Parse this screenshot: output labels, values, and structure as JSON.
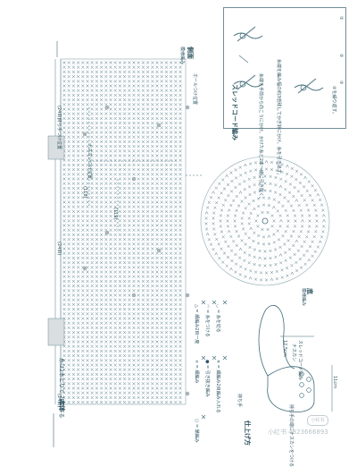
{
  "page": {
    "watermark": "小红书 4823666893",
    "watermark_logo": "小红书"
  },
  "main_panel": {
    "title": "本体",
    "subtitle": "糸は2本どりで 70目作る",
    "side_label": "側面",
    "side_sublabel": "模様編み",
    "count_24_top": "(24目)",
    "count_24_mid": "(24目)",
    "count_24_bottom": "(24目)",
    "count_118": "(118)",
    "count_119": "(119)",
    "strap_position_label": "持ち手つけ位置",
    "cord_position_label": "ナスカンつけ位置",
    "cord_position_label2": "ホールつけ位置"
  },
  "bottom_panel": {
    "title": "底",
    "sublabel": "模様編み"
  },
  "inset": {
    "title": "スレッドコード編み",
    "note1": "糸端を編み幅の約3倍残してかぎ針にかけ、糸を引き出す。",
    "note2": "糸端を手前から向こうにかけ、かけた糸と2本一緒に引き抜く。",
    "note3": "②を繰り返す。",
    "step1": "①",
    "step2": "②",
    "step3": "③"
  },
  "legend": {
    "items": [
      "○ = 鎖編み",
      "× = 細編み",
      "● = 引き抜き編み",
      "✕ = 細編み2目編み入れる",
      "△ = 細編み2目一度",
      "◠ = 糸をつける",
      "◡ = 糸を切る"
    ]
  },
  "finish": {
    "title": "仕上げ方",
    "strap_label": "持ち手",
    "strap_note": "スレッドコード編み",
    "clasp_label": "ナスカン",
    "dimension_w": "11cm",
    "dimension_h": "12.5cm",
    "attach_note": "持ち手の端にナスカンをつける"
  }
}
